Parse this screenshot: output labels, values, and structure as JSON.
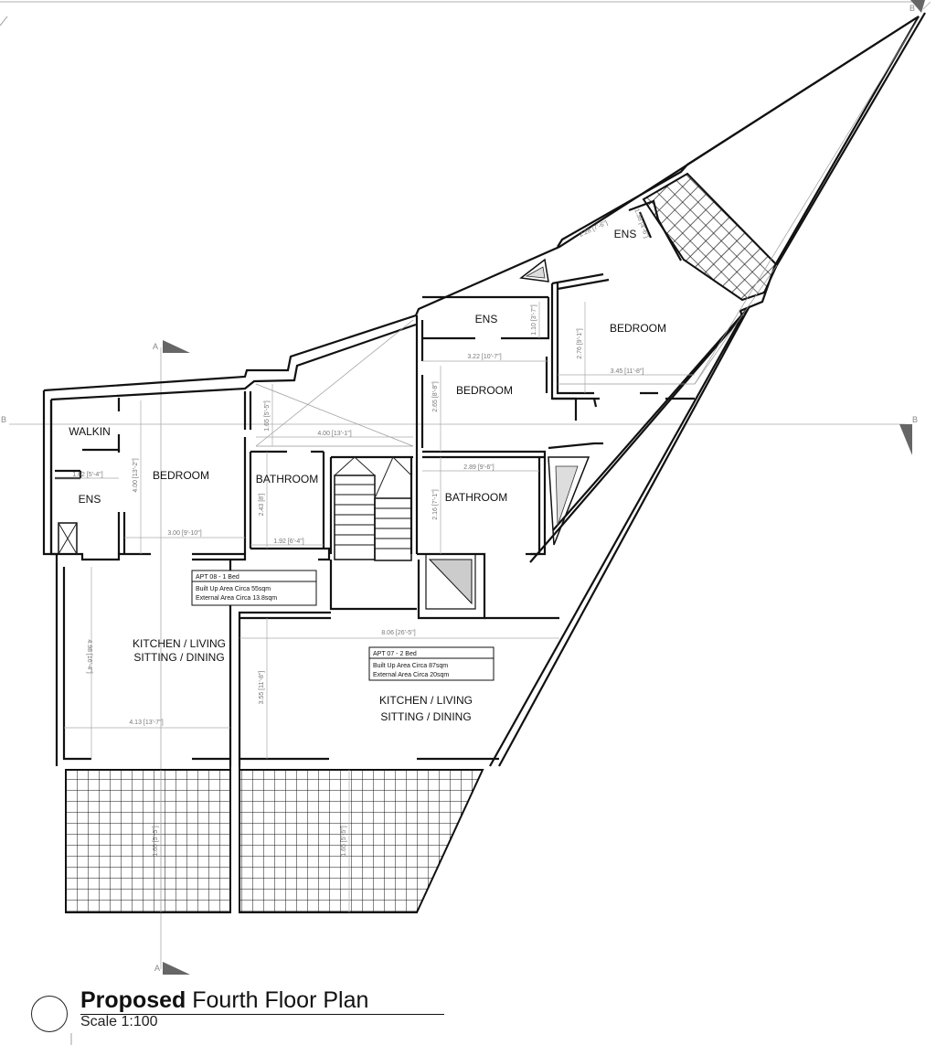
{
  "drawing": {
    "title_bold": "Proposed",
    "title_rest": "Fourth Floor Plan",
    "scale": "Scale 1:100"
  },
  "sections": {
    "a": "A",
    "b": "B"
  },
  "rooms": {
    "walkin": "WALKIN",
    "ens_left": "ENS",
    "bedroom_left": "BEDROOM",
    "bathroom_1": "BATHROOM",
    "bathroom_2": "BATHROOM",
    "ens_mid": "ENS",
    "bedroom_mid": "BEDROOM",
    "ens_top": "ENS",
    "bedroom_top": "BEDROOM",
    "kitchen_left_1": "KITCHEN / LIVING",
    "kitchen_left_2": "SITTING / DINING",
    "kitchen_right_1": "KITCHEN / LIVING",
    "kitchen_right_2": "SITTING / DINING"
  },
  "apartments": {
    "apt08": {
      "name": "APT 08 - 1 Bed",
      "built": "Built Up Area Circa 55sqm",
      "external": "External Area Circa 13.8sqm"
    },
    "apt07": {
      "name": "APT 07 - 2 Bed",
      "built": "Built Up Area Circa 87sqm",
      "external": "External Area Circa 20sqm"
    }
  },
  "dimensions": {
    "d1": "1.62 [5'-4\"]",
    "d2": "4.00 [13'-2\"]",
    "d3": "3.00 [9'-10\"]",
    "d4": "2.43 [8']",
    "d5": "1.92 [6'-4\"]",
    "d6": "4.00 [13'-1\"]",
    "d7": "1.65 [5'-5\"]",
    "d8": "3.22 [10'-7\"]",
    "d9": "2.65 [8'-8\"]",
    "d10": "1.10 [3'-7\"]",
    "d11": "2.89 [9'-6\"]",
    "d12": "2.16 [7'-1\"]",
    "d13": "2.76 [9'-1\"]",
    "d14": "3.45 [11'-8\"]",
    "d15": "2.28 [7'-6\"]",
    "d16": "1.38 [4'-6\"]",
    "d17": "4.98 [16'-4\"]",
    "d18": "4.13 [13'-7\"]",
    "d19": "8.06 [26'-5\"]",
    "d20": "3.55 [11'-8\"]",
    "d21": "1.65 [5'-5\"]",
    "d22": "1.65 [5'-5\"]"
  }
}
